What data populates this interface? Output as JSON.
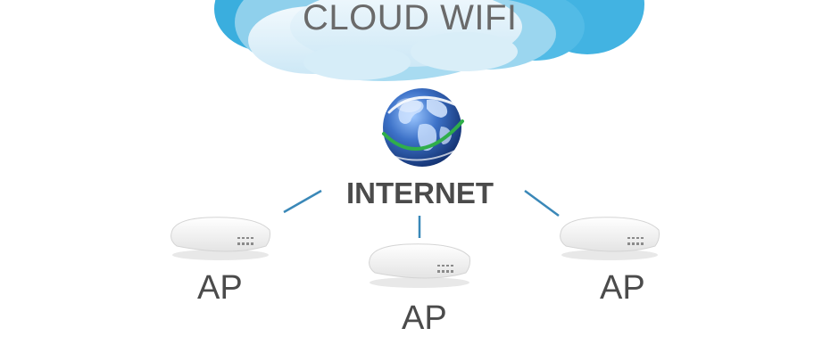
{
  "cloud": {
    "label": "CLOUD WIFI",
    "icon": "cloud-icon"
  },
  "internet": {
    "label": "INTERNET",
    "icon": "globe-icon"
  },
  "access_points": [
    {
      "label": "AP",
      "icon": "access-point-icon"
    },
    {
      "label": "AP",
      "icon": "access-point-icon"
    },
    {
      "label": "AP",
      "icon": "access-point-icon"
    }
  ],
  "colors": {
    "cloud_dark": "#3aaede",
    "cloud_mid": "#8fd0ec",
    "cloud_light": "#d9eef8",
    "connector": "#3a88b8",
    "text": "#4a4a4a",
    "globe": "#2a5dae"
  }
}
